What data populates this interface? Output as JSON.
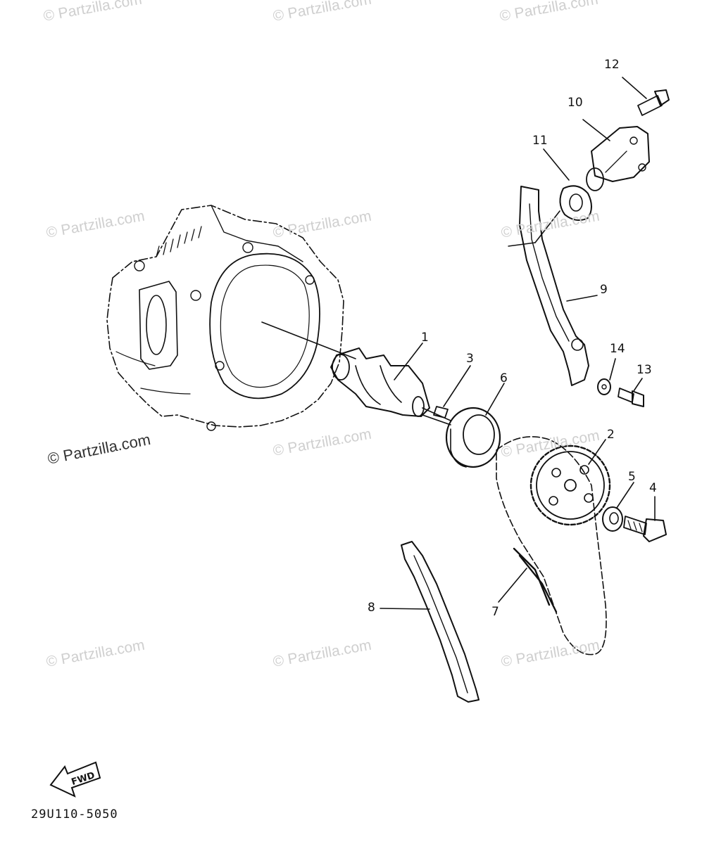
{
  "watermark": "© Partzilla.com",
  "callouts": [
    "1",
    "2",
    "3",
    "4",
    "5",
    "6",
    "7",
    "8",
    "9",
    "10",
    "11",
    "12",
    "13",
    "14"
  ],
  "fwd_label": "FWD",
  "diagram_code": "29U110-5050",
  "colors": {
    "ink": "#111111",
    "watermark": "#cfcfcf"
  },
  "icons": [
    "fwd-arrow-icon"
  ]
}
